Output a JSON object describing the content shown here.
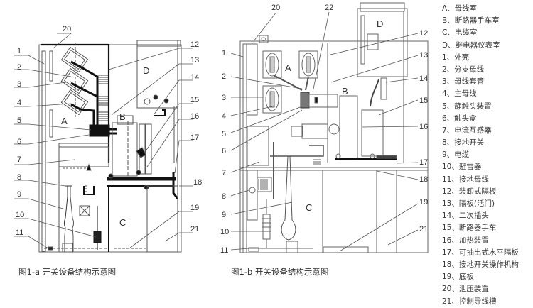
{
  "figures": [
    {
      "id": "1-a",
      "caption": "图1-a 开关设备结构示意图",
      "compartment_marks": [
        "A",
        "B",
        "C",
        "D"
      ],
      "callouts": [
        "1",
        "2",
        "3",
        "4",
        "5",
        "6",
        "7",
        "8",
        "9",
        "10",
        "11",
        "12",
        "13",
        "14",
        "15",
        "16",
        "17",
        "18",
        "19",
        "20",
        "21"
      ]
    },
    {
      "id": "1-b",
      "caption": "图1-b 开关设备结构示意图",
      "compartment_marks": [
        "A",
        "B",
        "C",
        "D"
      ],
      "callouts": [
        "1",
        "2",
        "3",
        "4",
        "5",
        "6",
        "7",
        "8",
        "9",
        "10",
        "11",
        "12",
        "13",
        "14",
        "15",
        "16",
        "17",
        "18",
        "19",
        "20",
        "21",
        "22"
      ]
    }
  ],
  "legend": {
    "items": [
      {
        "key": "A",
        "label": "A、母线室"
      },
      {
        "key": "B",
        "label": "B、断路器手车室"
      },
      {
        "key": "C",
        "label": "C、电缆室"
      },
      {
        "key": "D",
        "label": "D、继电器仪表室"
      },
      {
        "key": "1",
        "label": "1、外壳"
      },
      {
        "key": "2",
        "label": "2、分支母线"
      },
      {
        "key": "3",
        "label": "3、母线套管"
      },
      {
        "key": "4",
        "label": "4、主母线"
      },
      {
        "key": "5",
        "label": "5、静触头装置"
      },
      {
        "key": "6",
        "label": "6、触头盒"
      },
      {
        "key": "7",
        "label": "7、电流互感器"
      },
      {
        "key": "8",
        "label": "8、接地开关"
      },
      {
        "key": "9",
        "label": "9、电缆"
      },
      {
        "key": "10",
        "label": "10、避雷器"
      },
      {
        "key": "11",
        "label": "11、接地母线"
      },
      {
        "key": "12",
        "label": "12、装卸式隔板"
      },
      {
        "key": "13",
        "label": "13、隔板(活门)"
      },
      {
        "key": "14",
        "label": "14、二次插头"
      },
      {
        "key": "15",
        "label": "15、断路器手车"
      },
      {
        "key": "16",
        "label": "16、加热装置"
      },
      {
        "key": "17",
        "label": "17、可抽出式水平隔板"
      },
      {
        "key": "18",
        "label": "18、接地开关操作机构"
      },
      {
        "key": "19",
        "label": "19、底板"
      },
      {
        "key": "20",
        "label": "20、泄压装置"
      },
      {
        "key": "21",
        "label": "21、控制导线槽"
      }
    ]
  }
}
